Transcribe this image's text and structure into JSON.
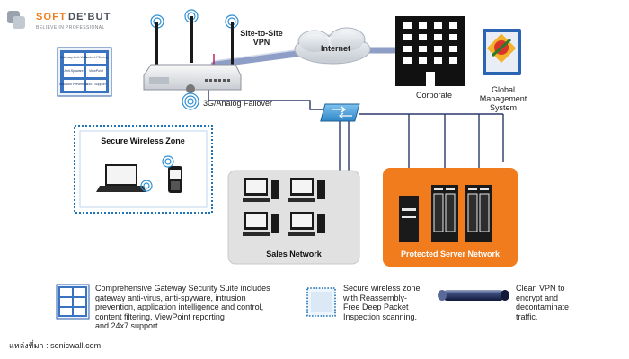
{
  "logo": {
    "brand_left": "SOFT",
    "brand_right": "DE'BUT",
    "tagline": "BELIEVE IN PROFESSIONAL"
  },
  "labels": {
    "site_to_site": "Site-to-Site",
    "vpn": "VPN",
    "internet": "Internet",
    "corporate": "Corporate",
    "gms_line1": "Global",
    "gms_line2": "Management",
    "gms_line3": "System",
    "failover": "3G/Analog Failover",
    "secure_wireless_zone": "Secure Wireless Zone",
    "sales_network": "Sales Network",
    "protected_server_network": "Protected Server Network"
  },
  "appliance_tiles": [
    [
      "Gateway Anti-Virus",
      "Content Filtering"
    ],
    [
      "Anti-Spyware",
      "ViewPoint"
    ],
    [
      "Intrusion Prevention",
      "24x7 Support"
    ]
  ],
  "legend": {
    "suite_text": [
      "Comprehensive Gateway Security Suite includes",
      "gateway anti-virus, anti-spyware, intrusion",
      "prevention, application intelligence and control,",
      "content filtering, ViewPoint reporting",
      "and 24x7 support."
    ],
    "wireless_text": [
      "Secure wireless zone",
      "with Reassembly-",
      "Free Deep Packet",
      "Inspection scanning."
    ],
    "vpn_text": [
      "Clean VPN to",
      "encrypt and",
      "decontaminate",
      "traffic."
    ]
  },
  "source": "แหล่งที่มา : sonicwall.com",
  "colors": {
    "zone_border": "#1f73b7",
    "sales_panel": "#e1e1e1",
    "server_panel": "#f07c1e",
    "vpn_tube": "#1d2a5a",
    "internet_cloud": "#d8dde3"
  }
}
